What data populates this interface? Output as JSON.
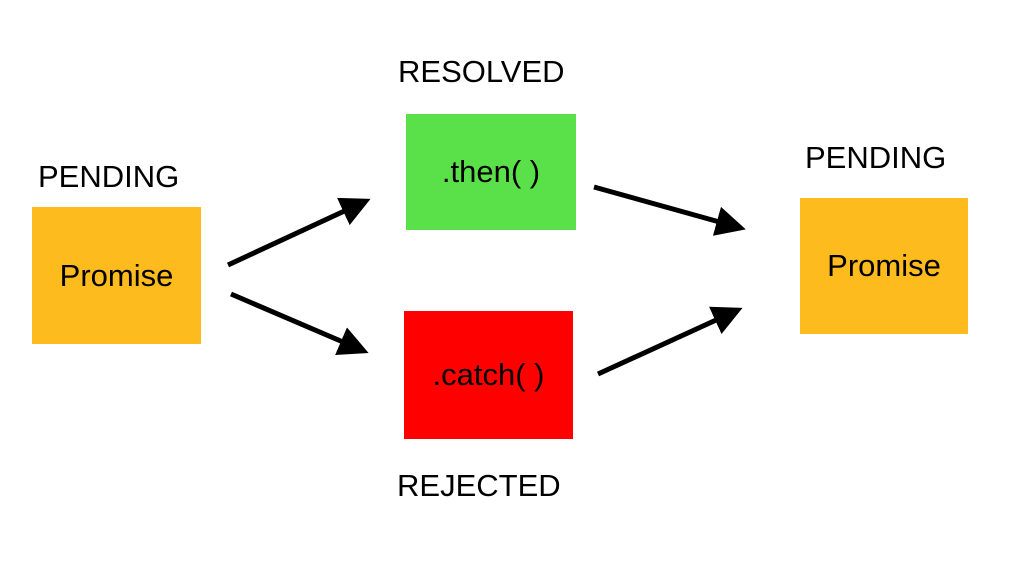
{
  "nodes": {
    "start": {
      "state": "PENDING",
      "text": "Promise",
      "color": "#fdbb1e"
    },
    "then": {
      "state": "RESOLVED",
      "text": ".then( )",
      "color": "#5ae048"
    },
    "catch": {
      "state": "REJECTED",
      "text": ".catch( )",
      "color": "#ff0000"
    },
    "end": {
      "state": "PENDING",
      "text": "Promise",
      "color": "#fdbb1e"
    }
  },
  "edges": [
    {
      "from": "start",
      "to": "then"
    },
    {
      "from": "start",
      "to": "catch"
    },
    {
      "from": "then",
      "to": "end"
    },
    {
      "from": "catch",
      "to": "end"
    }
  ]
}
